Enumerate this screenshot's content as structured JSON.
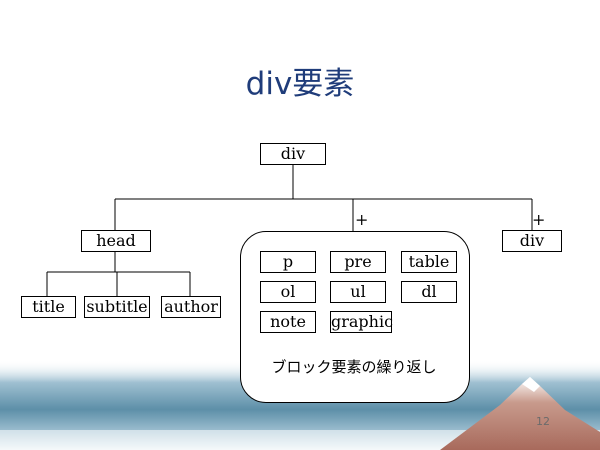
{
  "slide": {
    "title": "div要素",
    "page_number": "12"
  },
  "tree": {
    "root": "div",
    "head": "head",
    "head_children": [
      "title",
      "subtitle",
      "author"
    ],
    "repeat_marker_group": "+",
    "repeat_marker_div": "+",
    "right_div": "div",
    "group_items": [
      "p",
      "pre",
      "table",
      "ol",
      "ul",
      "dl",
      "note",
      "graphic"
    ],
    "group_caption": "ブロック要素の繰り返し"
  },
  "colors": {
    "title": "#1f3c7a",
    "sea_dark": "#5d8fa8",
    "sea_light": "#d6e6ee",
    "mountain": "#b07a6e"
  }
}
